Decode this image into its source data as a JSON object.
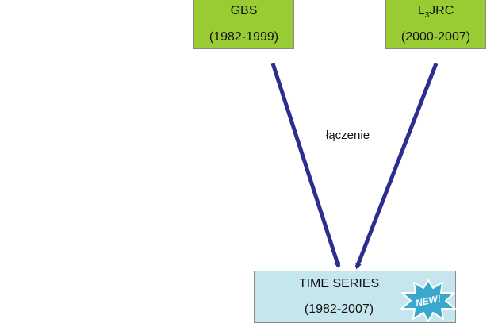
{
  "sources": [
    {
      "name": "GBS",
      "name_sub": "",
      "name_rest": "",
      "period": "(1982-1999)"
    },
    {
      "name": "L",
      "name_sub": "3",
      "name_rest": "JRC",
      "period": "(2000-2007)"
    }
  ],
  "merge_label": "łączenie",
  "result": {
    "title": "TIME SERIES",
    "period": "(1982-2007)"
  },
  "badge": "NEW!",
  "colors": {
    "source_fill": "#99cc33",
    "result_fill": "#c6e6ee",
    "arrow": "#2b2e8e",
    "badge_fill": "#39a8cc"
  }
}
